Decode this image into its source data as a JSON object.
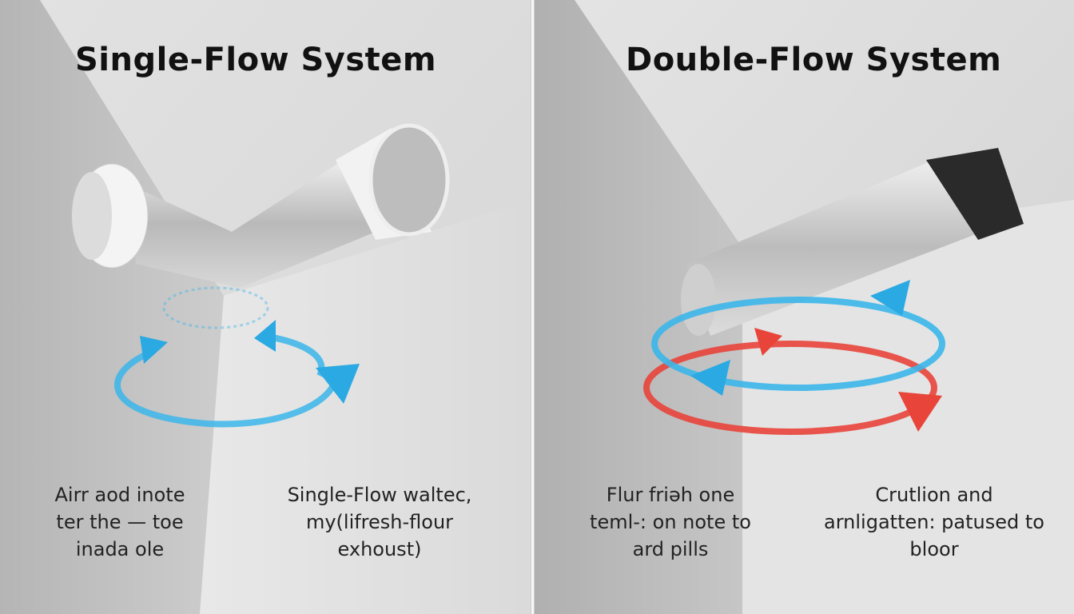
{
  "left_panel": {
    "title": "Single-Flow System",
    "caption_left": [
      "Airr aod inote",
      "ter the — toe",
      "inada ole"
    ],
    "caption_right": [
      "Single-Flow waltec,",
      "my(lifresh-flour",
      "exhoust)"
    ],
    "arrow_color": "#3bb6ea"
  },
  "right_panel": {
    "title": "Double-Flow System",
    "caption_left": [
      "Flur friəh one",
      "teml-: on note to",
      "ard pills"
    ],
    "caption_right": [
      "Crutlion and",
      "arnligatten: patused to",
      "bloor"
    ],
    "arrow_colors": {
      "blue": "#3bb6ea",
      "red": "#e8443a"
    }
  }
}
